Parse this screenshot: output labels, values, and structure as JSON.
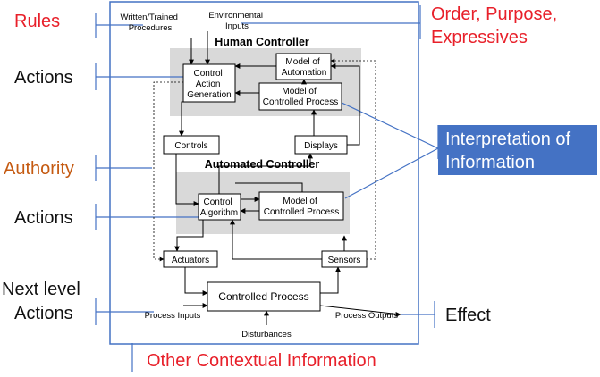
{
  "colors": {
    "frame": "#4472c4",
    "red_label": "#e8202a",
    "orange_label": "#c55a11",
    "black_label": "#111111",
    "interpretation_bg": "#4472c4",
    "interpretation_text": "#ffffff",
    "gray_region": "#d9d9d9"
  },
  "side_labels": {
    "rules": "Rules",
    "actions_top": "Actions",
    "authority": "Authority",
    "actions_mid": "Actions",
    "next_level_line1": "Next level",
    "next_level_line2": "Actions",
    "order_line1": "Order, Purpose,",
    "order_line2": "Expressives",
    "interpretation_line1": "Interpretation of",
    "interpretation_line2": "Information",
    "effect": "Effect",
    "other_context": "Other Contextual Information"
  },
  "inputs": {
    "written_line1": "Written/Trained",
    "written_line2": "Procedures",
    "env_line1": "Environmental",
    "env_line2": "Inputs"
  },
  "human_controller": {
    "title": "Human Controller",
    "control_action_line1": "Control",
    "control_action_line2": "Action",
    "control_action_line3": "Generation",
    "model_automation_line1": "Model of",
    "model_automation_line2": "Automation",
    "model_process_line1": "Model of",
    "model_process_line2": "Controlled Process"
  },
  "middle": {
    "controls": "Controls",
    "displays": "Displays"
  },
  "automated_controller": {
    "title": "Automated Controller",
    "control_algorithm_line1": "Control",
    "control_algorithm_line2": "Algorithm",
    "model_process_line1": "Model of",
    "model_process_line2": "Controlled Process"
  },
  "bottom": {
    "actuators": "Actuators",
    "sensors": "Sensors",
    "controlled_process": "Controlled Process",
    "process_inputs": "Process Inputs",
    "process_outputs": "Process Outputs",
    "disturbances": "Disturbances"
  }
}
